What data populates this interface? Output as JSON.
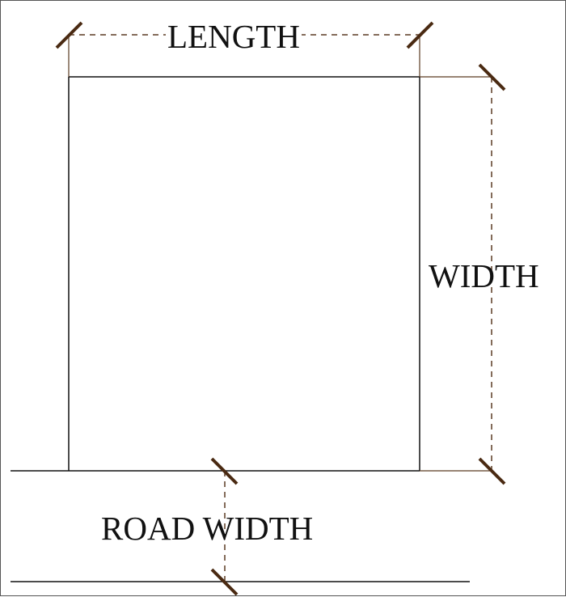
{
  "labels": {
    "length": "LENGTH",
    "width": "WIDTH",
    "road_width": "ROAD WIDTH"
  },
  "colors": {
    "outline": "#111111",
    "dimension": "#5a3a22",
    "tick": "#4a2a12"
  }
}
